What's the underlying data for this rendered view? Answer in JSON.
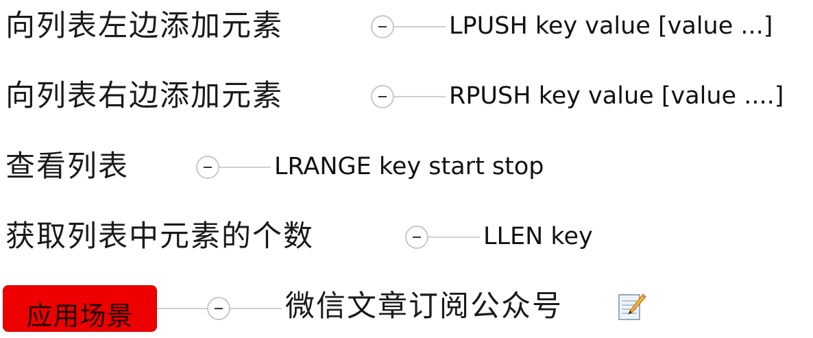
{
  "nodes": [
    {
      "topic": "向列表左边添加元素",
      "command": "LPUSH key value [value ...]"
    },
    {
      "topic": "向列表右边添加元素",
      "command": "RPUSH key value [value ....]"
    },
    {
      "topic": "查看列表",
      "command": "LRANGE key start stop"
    },
    {
      "topic": "获取列表中元素的个数",
      "command": "LLEN key"
    }
  ],
  "scenario": {
    "label": "应用场景",
    "value": "微信文章订阅公众号",
    "label_color": "#ee0000",
    "icon": "note-icon"
  }
}
